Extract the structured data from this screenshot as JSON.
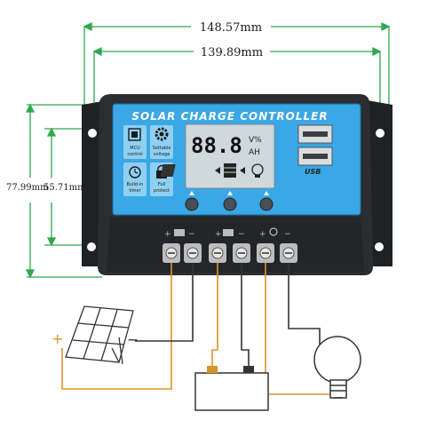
{
  "dimensions": {
    "width_outer": "148.57mm",
    "width_inner": "139.89mm",
    "height_outer": "77.99mm",
    "height_inner": "55.71mm"
  },
  "controller": {
    "title": "SOLAR CHARGE CONTROLLER",
    "features": [
      {
        "label_line1": "MCU",
        "label_line2": "control",
        "icon": "chip-icon"
      },
      {
        "label_line1": "Settable",
        "label_line2": "voltage",
        "icon": "gear-icon"
      },
      {
        "label_line1": "Build-in",
        "label_line2": "timer",
        "icon": "clock-icon"
      },
      {
        "label_line1": "Full",
        "label_line2": "protect",
        "icon": "lock-icon"
      }
    ],
    "lcd": {
      "digits": "88.8",
      "unit_top": "V%",
      "unit_bottom": "AH"
    },
    "usb_label": "USB"
  },
  "polarity": {
    "plus": "+",
    "minus": "−"
  },
  "colors": {
    "dimension_line": "#2fa84f",
    "positive_wire": "#d9952a",
    "negative_wire": "#333333",
    "housing": "#2b2d30",
    "panel": "#3aa7e6",
    "lcd": "#cfd8dc"
  }
}
